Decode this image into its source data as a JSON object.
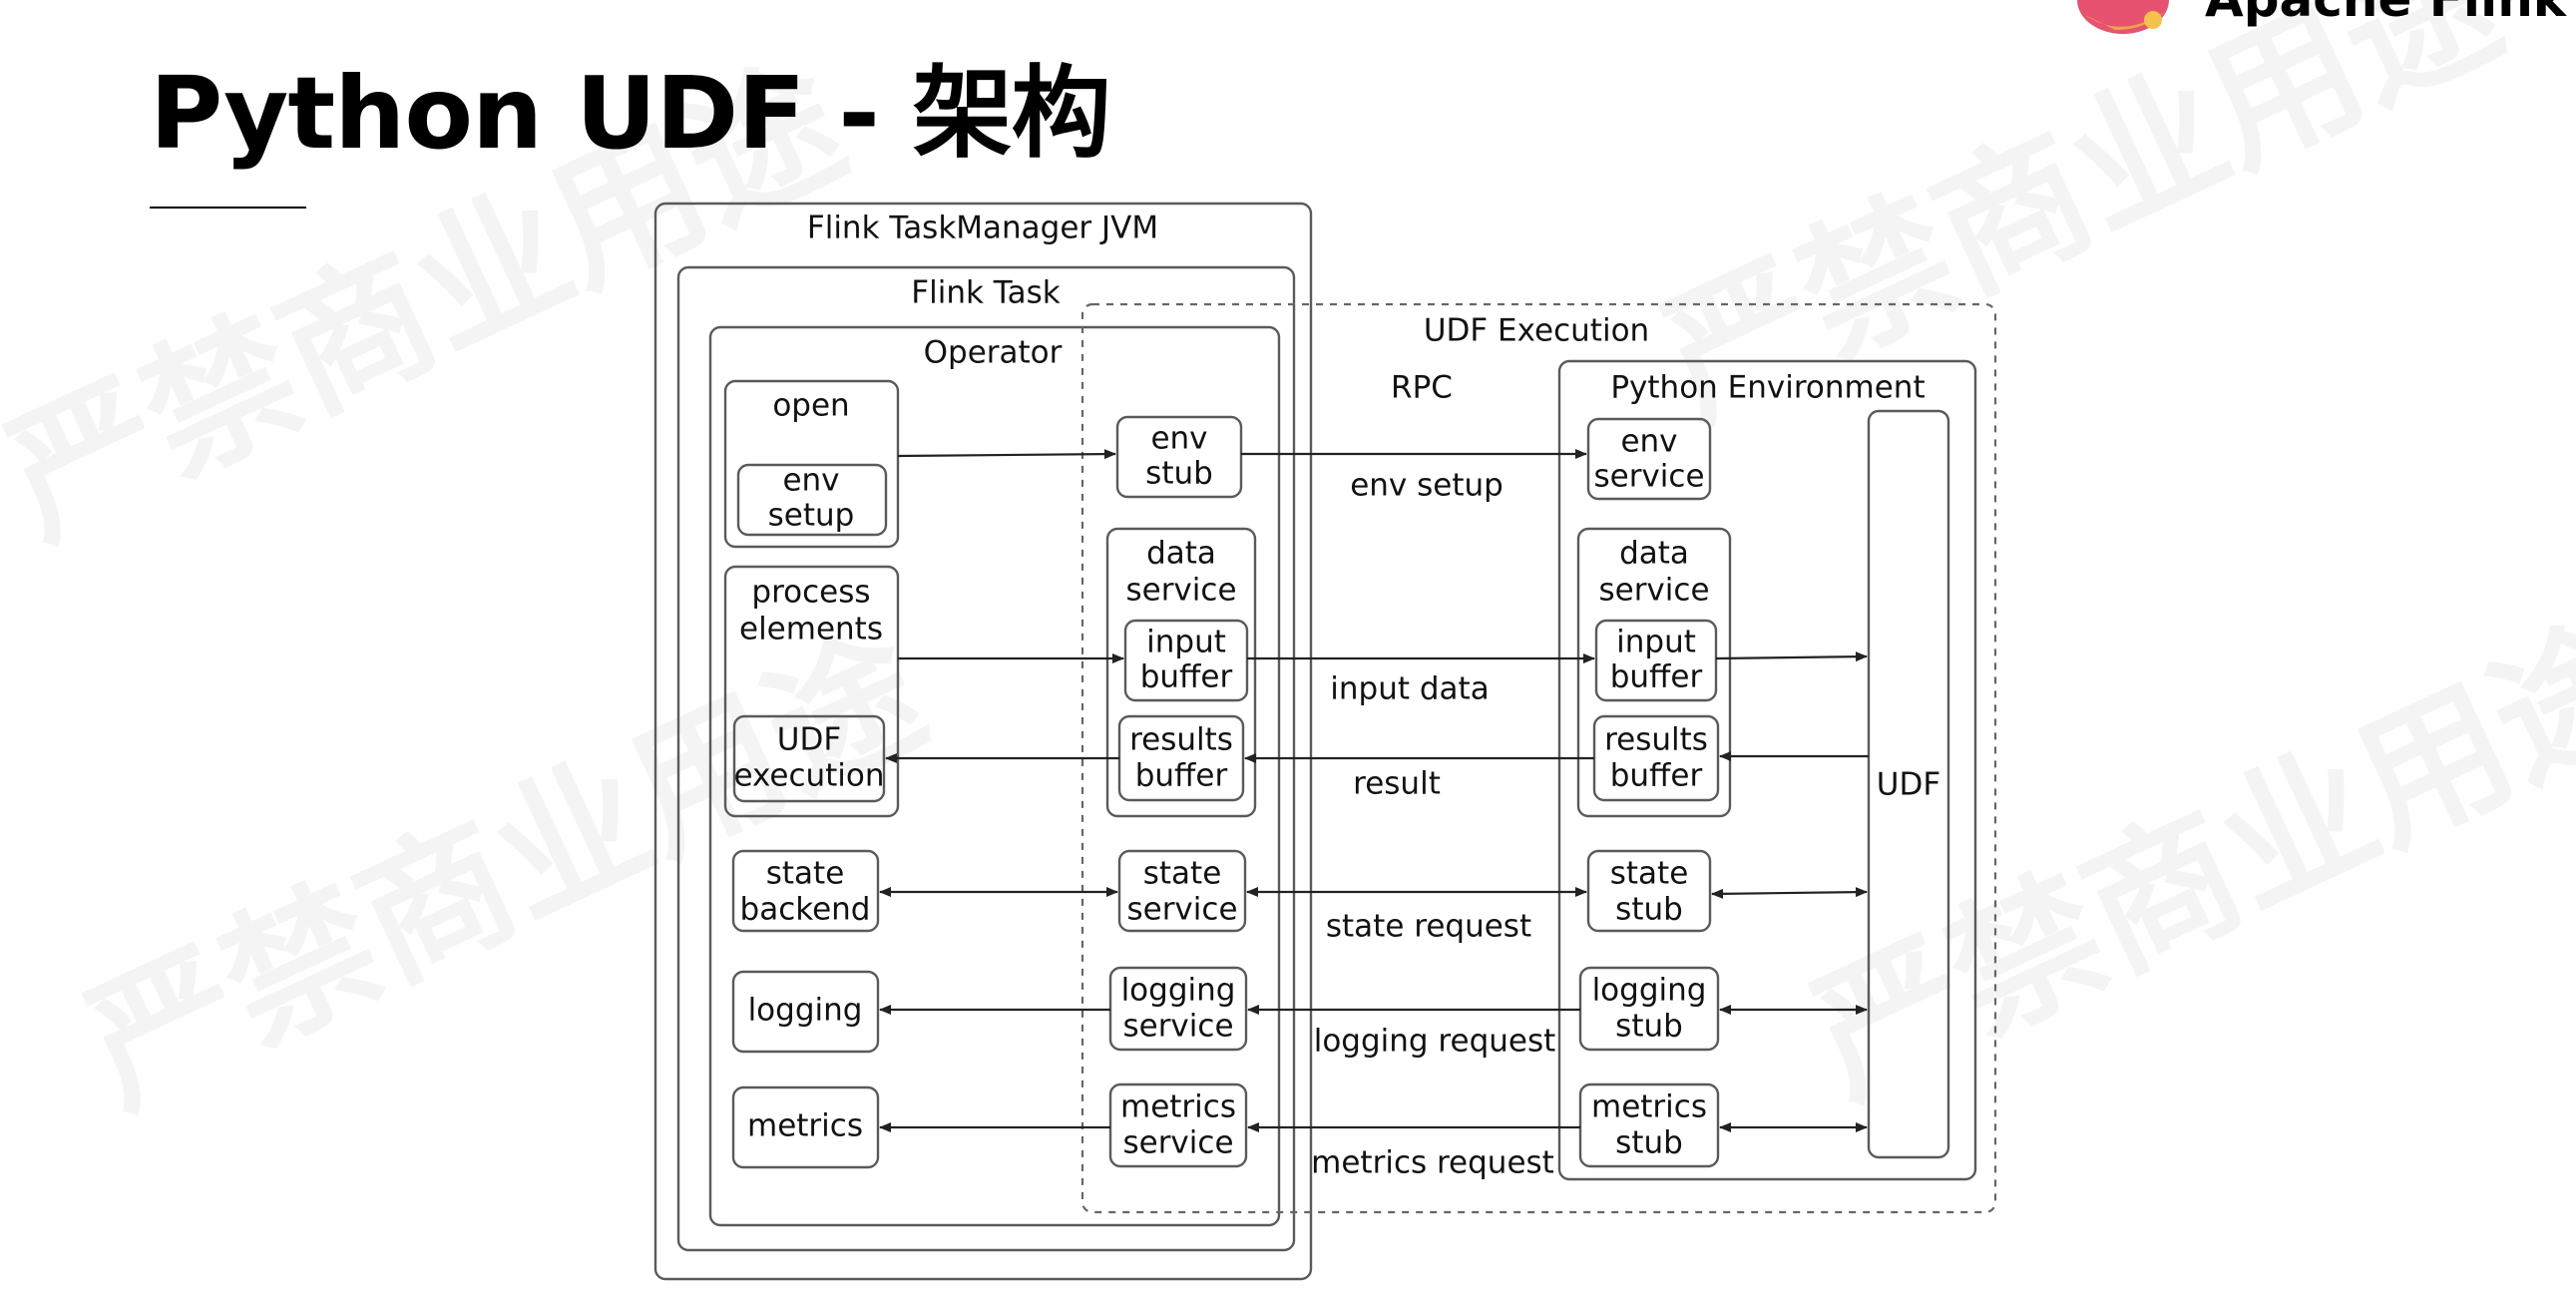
{
  "slide": {
    "title": "Python UDF - 架构",
    "brand": "Apache Flink"
  },
  "watermark": "严禁商业用途",
  "diagram": {
    "containers": {
      "jvm": "Flink TaskManager JVM",
      "task": "Flink Task",
      "operator": "Operator",
      "udf_execution": "UDF Execution",
      "python_env": "Python Environment"
    },
    "operator_boxes": {
      "open": "open",
      "env_setup": [
        "env",
        "setup"
      ],
      "process_elements": [
        "process",
        "elements"
      ],
      "udf_execution": [
        "UDF",
        "execution"
      ],
      "state_backend": [
        "state",
        "backend"
      ],
      "logging": "logging",
      "metrics": "metrics"
    },
    "java_side_boxes": {
      "env_stub": [
        "env",
        "stub"
      ],
      "data_service": [
        "data",
        "service"
      ],
      "input_buffer": [
        "input",
        "buffer"
      ],
      "results_buffer": [
        "results",
        "buffer"
      ],
      "state_service": [
        "state",
        "service"
      ],
      "logging_service": [
        "logging",
        "service"
      ],
      "metrics_service": [
        "metrics",
        "service"
      ]
    },
    "python_side_boxes": {
      "env_service": [
        "env",
        "service"
      ],
      "data_service": [
        "data",
        "service"
      ],
      "input_buffer": [
        "input",
        "buffer"
      ],
      "results_buffer": [
        "results",
        "buffer"
      ],
      "state_stub": [
        "state",
        "stub"
      ],
      "logging_stub": [
        "logging",
        "stub"
      ],
      "metrics_stub": [
        "metrics",
        "stub"
      ],
      "udf": "UDF"
    },
    "channel_labels": {
      "rpc": "RPC",
      "env_setup": "env setup",
      "input_data": "input data",
      "result": "result",
      "state_request": "state request",
      "logging_request": "logging request",
      "metrics_request": "metrics request"
    }
  },
  "colors": {
    "box_stroke": "#5a5a5a",
    "arrow": "#222222",
    "logo_primary": "#e6526f",
    "logo_secondary": "#f0a34a"
  }
}
